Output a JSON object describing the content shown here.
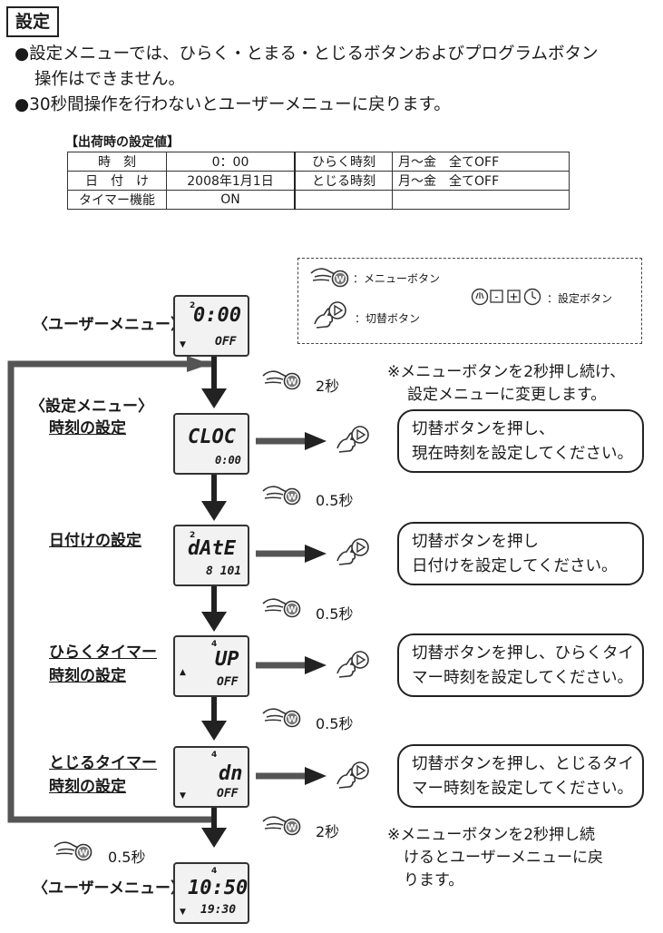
{
  "section_title": "設定",
  "bullets": [
    {
      "line1": "●設定メニューでは、ひらく・とまる・とじるボタンおよびプログラムボタン",
      "line2": "操作はできません。"
    },
    {
      "line1": "●30秒間操作を行わないとユーザーメニューに戻ります。",
      "line2": ""
    }
  ],
  "defaults": {
    "heading": "【出荷時の設定値】",
    "rows": [
      [
        "時　刻",
        "0：00",
        "ひらく時刻",
        "月～金　全てOFF"
      ],
      [
        "日　付　け",
        "2008年1月1日",
        "とじる時刻",
        "月～金　全てOFF"
      ],
      [
        "タイマー機能",
        "ON",
        "",
        ""
      ]
    ]
  },
  "legend": {
    "menu_button": "：メニューボタン",
    "switch_button": "：切替ボタン",
    "setting_buttons": "：設定ボタン",
    "setting_keys": [
      "-",
      "+"
    ]
  },
  "flow": {
    "user_menu_top": "〈ユーザーメニュー〉",
    "settings_menu": "〈設定メニュー〉",
    "user_menu_bottom": "〈ユーザーメニュー〉",
    "press_2s": "2秒",
    "press_05s": "0.5秒",
    "note_top": [
      "※メニューボタンを2秒押し続け、",
      "設定メニューに変更します。"
    ],
    "note_bottom": [
      "※メニューボタンを2秒押し続",
      "けるとユーザーメニューに戻",
      "ります。"
    ],
    "steps": [
      {
        "name1": "時刻の設定",
        "name2": "",
        "lcd_main": "CLOC",
        "lcd_sub": "0:00",
        "lcd_top": "",
        "lcd_arrow": "",
        "text1": "切替ボタンを押し、",
        "text2": "現在時刻を設定してください。"
      },
      {
        "name1": "日付けの設定",
        "name2": "",
        "lcd_main": "dAtE",
        "lcd_sub": "8 101",
        "lcd_top": "2",
        "lcd_arrow": "",
        "text1": "切替ボタンを押し",
        "text2": "日付けを設定してください。"
      },
      {
        "name1": "ひらくタイマー",
        "name2": "時刻の設定",
        "lcd_main": "UP",
        "lcd_sub": "OFF",
        "lcd_top": "4",
        "lcd_arrow": "▲",
        "text1": "切替ボタンを押し、ひらくタイ",
        "text2": "マー時刻を設定してください。"
      },
      {
        "name1": "とじるタイマー",
        "name2": "時刻の設定",
        "lcd_main": "dn",
        "lcd_sub": "OFF",
        "lcd_top": "4",
        "lcd_arrow": "▼",
        "text1": "切替ボタンを押し、とじるタイ",
        "text2": "マー時刻を設定してください。"
      }
    ],
    "lcd_user_top": {
      "main": "0:00",
      "sub": "OFF",
      "top": "2",
      "arrow": "▼"
    },
    "lcd_user_bottom": {
      "main": "10:50",
      "sub": "19:30",
      "top": "4",
      "arrow": "▼"
    }
  }
}
